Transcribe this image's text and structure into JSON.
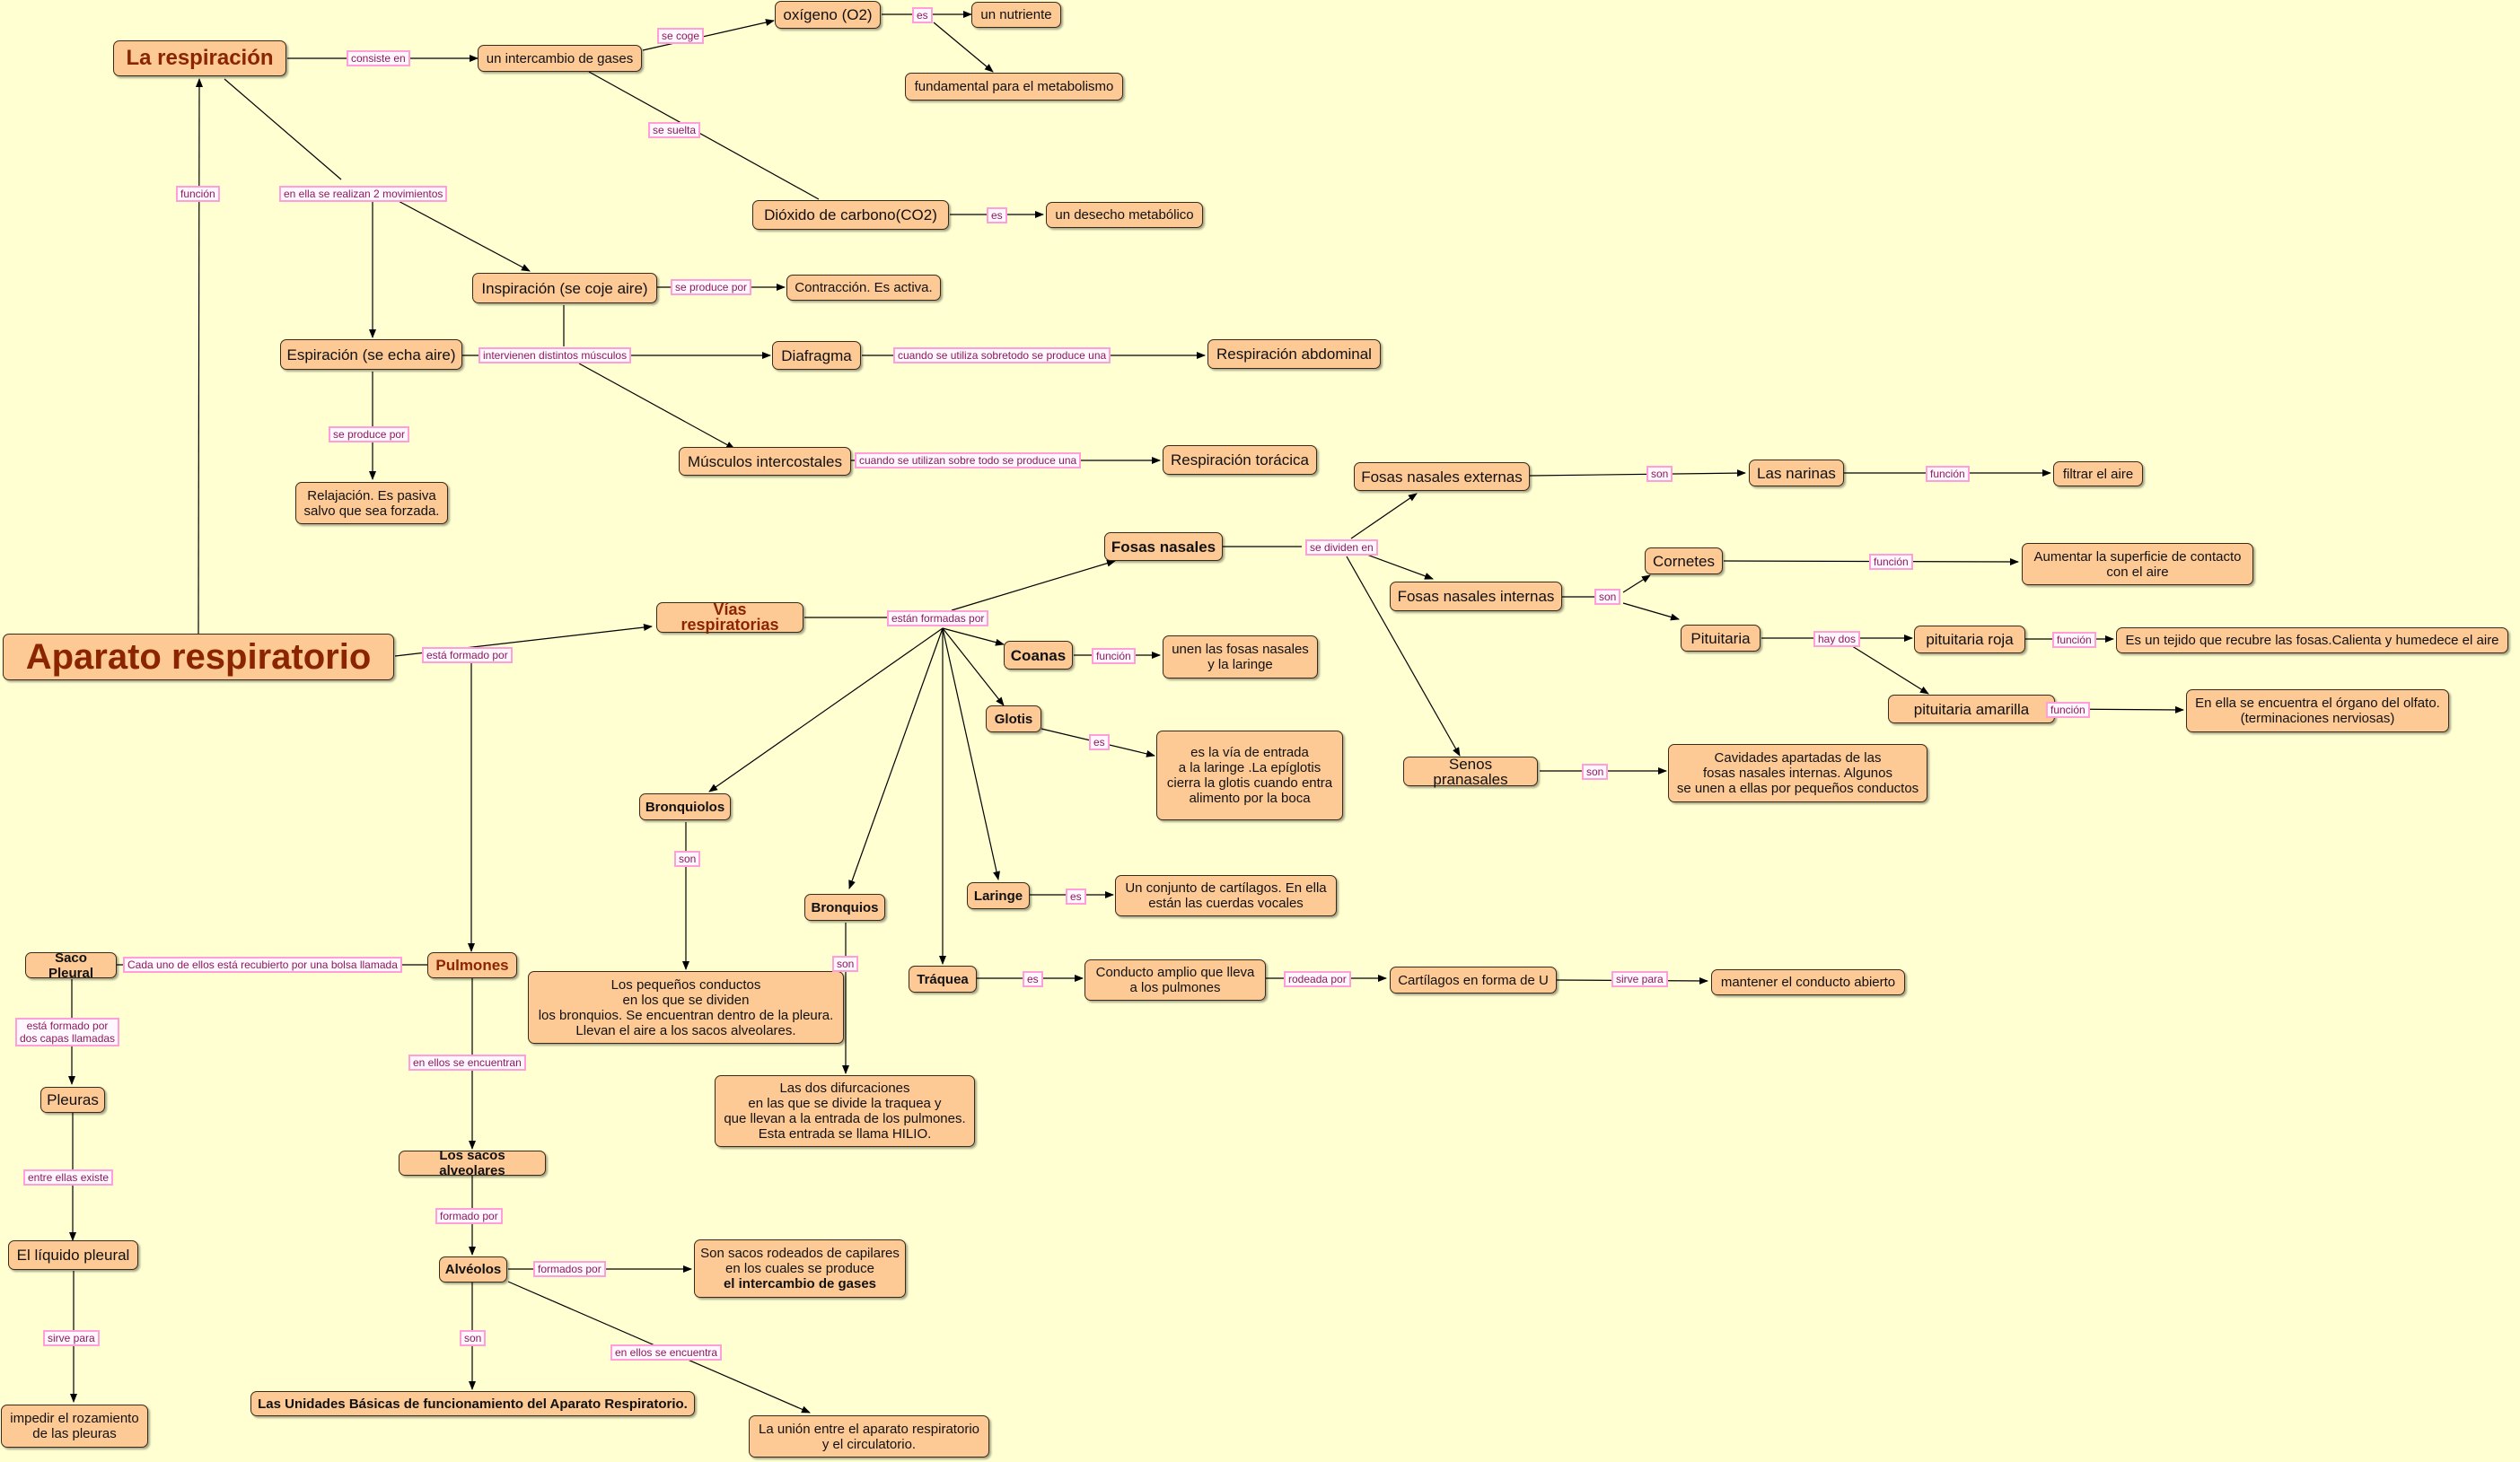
{
  "nodes": {
    "aparato": "Aparato respiratorio",
    "respiracion": "La respiración",
    "intercambio": "un intercambio de gases",
    "oxigeno": "oxígeno (O2)",
    "nutriente": "un nutriente",
    "fundamental": "fundamental para el metabolismo",
    "dioxido": "Dióxido de  carbono(CO2)",
    "desecho": "un desecho metabólico",
    "inspiracion": "Inspiración (se coje aire)",
    "contraccion": "Contracción. Es activa.",
    "espiracion": "Espiración (se echa aire)",
    "diafragma": "Diafragma",
    "resp_abdominal": "Respiración abdominal",
    "musculos": "Músculos intercostales",
    "resp_toracica": "Respiración torácica",
    "relajacion": "Relajación. Es pasiva\nsalvo que sea forzada.",
    "vias": "Vías respiratorias",
    "fosas": "Fosas nasales",
    "fosas_ext": "Fosas nasales externas",
    "narinas": "Las narinas",
    "filtrar": "filtrar el aire",
    "fosas_int": "Fosas nasales internas",
    "cornetes": "Cornetes",
    "aumentar": "Aumentar la superficie de contacto\ncon el aire",
    "pituitaria": "Pituitaria",
    "pit_roja": "pituitaria roja",
    "tejido": "Es un tejido que  recubre las fosas.Calienta y humedece el aire",
    "pit_amarilla": "pituitaria amarilla",
    "olfato": "En ella se encuentra el órgano del olfato.\n(terminaciones nerviosas)",
    "senos": "Senos pranasales",
    "cavidades": "Cavidades apartadas de las\nfosas nasales internas. Algunos\nse unen a ellas por pequeños conductos",
    "coanas": "Coanas",
    "unen": "unen las fosas nasales\ny la laringe",
    "glotis": "Glotis",
    "glotis_desc": "es la vía de entrada\na la laringe .La epíglotis\ncierra la glotis cuando entra\nalimento por la boca",
    "laringe": "Laringe",
    "cartilagos_desc": "Un conjunto de cartílagos. En ella\nestán las cuerdas vocales",
    "traquea": "Tráquea",
    "conducto": "Conducto amplio que lleva\na los pulmones",
    "cartilagos_u": "Cartílagos en forma de U",
    "mantener": "mantener el conducto abierto",
    "bronquiolos": "Bronquiolos",
    "bronquiolos_desc": "Los pequeños conductos\nen los que se dividen\nlos bronquios. Se encuentran dentro de la pleura.\nLlevan el aire a los sacos alveolares.",
    "bronquios": "Bronquios",
    "bronquios_desc": "Las dos difurcaciones\nen las que se divide la traquea y\nque llevan a la entrada de los pulmones.\nEsta entrada se llama HILIO.",
    "pulmones": "Pulmones",
    "saco_pleural": "Saco Pleural",
    "pleuras": "Pleuras",
    "liquido": "El líquido pleural",
    "impedir": "impedir el rozamiento\nde las pleuras",
    "sacos": "Los sacos alveolares",
    "alveolos": "Alvéolos",
    "son_sacos_1": "Son sacos rodeados de capilares\nen los cuales se produce",
    "son_sacos_2": "el intercambio de gases",
    "unidades": "Las Unidades Básicas de funcionamiento del Aparato Respiratorio.",
    "union": "La unión entre el aparato respiratorio\ny el circulatorio."
  },
  "labels": {
    "consiste_en": "consiste en",
    "se_coge": "se coge",
    "es_1": "es",
    "se_suelta": "se suelta",
    "es_2": "es",
    "funcion_1": "función",
    "movimientos": "en ella se realizan 2 movimientos",
    "se_produce_por_1": "se produce por",
    "intervienen": "intervienen distintos músculos",
    "cuando_sobretodo": "cuando se utiliza sobretodo se produce una",
    "cuando_sobre_todo": "cuando se utilizan sobre todo se produce una",
    "se_produce_por_2": "se produce por",
    "esta_formado_por": "está formado por",
    "estan_formadas_por": "están formadas por",
    "se_dividen_en": "se dividen en",
    "son_1": "son",
    "funcion_2": "función",
    "funcion_3": "función",
    "son_2": "son",
    "hay_dos": "hay dos",
    "funcion_4": "función",
    "funcion_5": "función",
    "son_3": "son",
    "funcion_6": "función",
    "es_3": "es",
    "es_4": "es",
    "es_5": "es",
    "rodeada_por": "rodeada por",
    "sirve_para_1": "sirve para",
    "son_4": "son",
    "son_5": "son",
    "cada_uno": "Cada uno de ellos está recubierto por una bolsa llamada",
    "dos_capas": "está formado por\ndos capas llamadas",
    "entre_ellas": "entre ellas existe",
    "sirve_para_2": "sirve para",
    "en_ellos": "en ellos se encuentran",
    "formado_por": "formado por",
    "formados_por": "formados por",
    "son_6": "son",
    "en_ellos_encuentra": "en ellos se encuentra"
  },
  "colors": {
    "background": "#ffffd2",
    "node_fill": "#fdca96",
    "label_border": "#ff9ed8",
    "title_text": "#8b2500"
  }
}
